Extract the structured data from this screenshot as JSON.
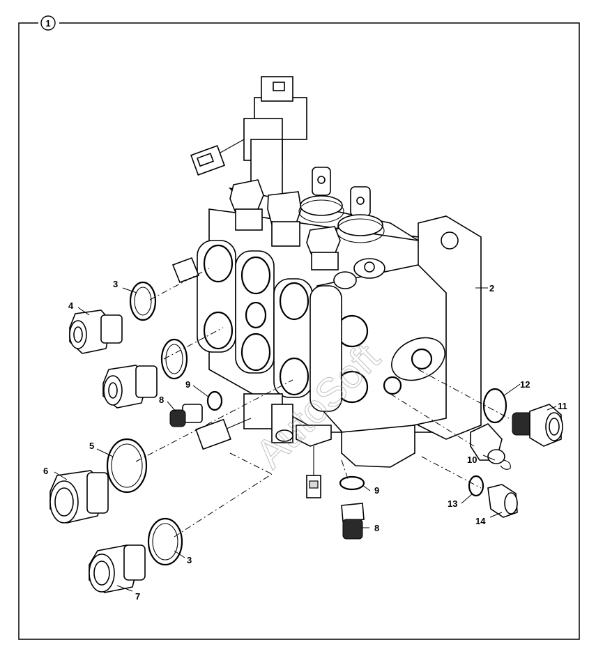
{
  "figure": {
    "item_badge": "1",
    "watermark": "AutoSoft"
  },
  "callouts": [
    {
      "id": "c2",
      "label": "2"
    },
    {
      "id": "c3a",
      "label": "3"
    },
    {
      "id": "c3b",
      "label": "3"
    },
    {
      "id": "c4",
      "label": "4"
    },
    {
      "id": "c5",
      "label": "5"
    },
    {
      "id": "c6",
      "label": "6"
    },
    {
      "id": "c7",
      "label": "7"
    },
    {
      "id": "c8a",
      "label": "8"
    },
    {
      "id": "c8b",
      "label": "8"
    },
    {
      "id": "c9a",
      "label": "9"
    },
    {
      "id": "c9b",
      "label": "9"
    },
    {
      "id": "c10",
      "label": "10"
    },
    {
      "id": "c11",
      "label": "11"
    },
    {
      "id": "c12",
      "label": "12"
    },
    {
      "id": "c13",
      "label": "13"
    },
    {
      "id": "c14",
      "label": "14"
    }
  ]
}
